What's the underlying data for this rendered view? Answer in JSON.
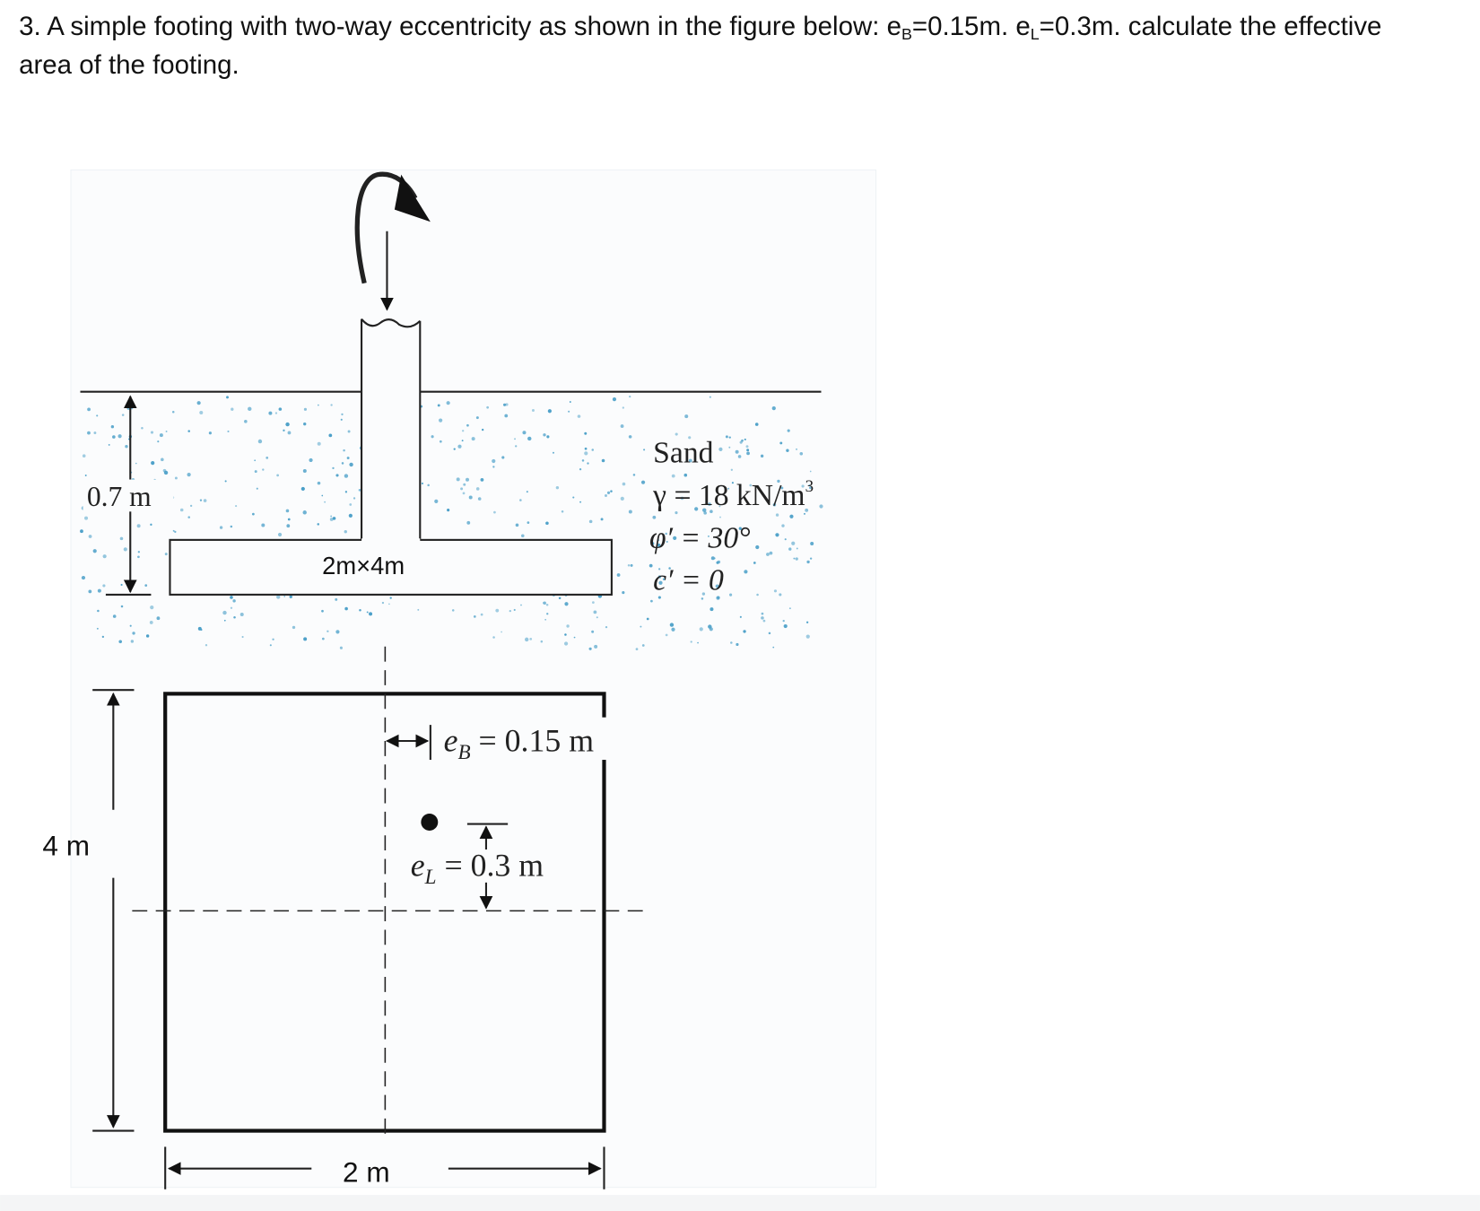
{
  "question": {
    "line1": "3.  A simple footing with two-way eccentricity as shown in the figure below: eB=0.15m. eL=0.3m. calculate the effective",
    "line1_parts": {
      "a": "3.  A simple footing with two-way eccentricity as shown in the figure below: e",
      "sub_b": "B",
      "b": "=0.15m. e",
      "sub_l": "L",
      "c": "=0.3m. calculate the effective"
    },
    "line2": "area of the footing."
  },
  "figure": {
    "depth_label": "0.7 m",
    "footing_label": "2m×4m",
    "soil": {
      "name": "Sand",
      "gamma": "γ  = 18 kN/m",
      "gamma_exp": "3",
      "phi": "φ′  = 30°",
      "c": "c′   = 0"
    },
    "eB": {
      "symbol": "e",
      "sub": "B",
      "value": " = 0.15 m"
    },
    "eL": {
      "symbol": "e",
      "sub": "L",
      "value": " = 0.3 m"
    },
    "length_label": "4 m",
    "width_label": "2 m",
    "colors": {
      "sand_dots": "#4a9fc8",
      "line": "#111111"
    }
  }
}
